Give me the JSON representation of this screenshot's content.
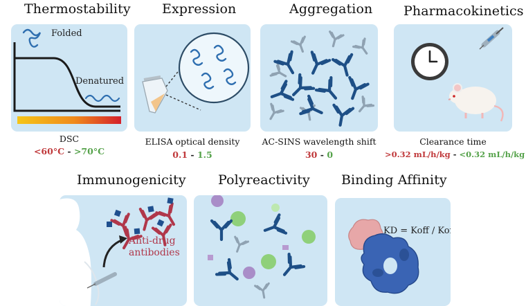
{
  "panels": {
    "thermostability": {
      "title": "Thermostability",
      "folded_label": "Folded",
      "denatured_label": "Denatured",
      "caption": "DSC",
      "range_low": "<60°C",
      "range_sep": "-",
      "range_high": ">70°C"
    },
    "expression": {
      "title": "Expression",
      "caption": "ELISA optical density",
      "range_low": "0.1",
      "range_sep": "-",
      "range_high": "1.5"
    },
    "aggregation": {
      "title": "Aggregation",
      "caption": "AC-SINS wavelength shift",
      "range_low": "30",
      "range_sep": "-",
      "range_high": "0"
    },
    "pharmacokinetics": {
      "title": "Pharmacokinetics",
      "caption": "Clearance time",
      "range_low": ">0.32 mL/h/kg",
      "range_sep": "-",
      "range_high": "<0.32 mL/h/kg"
    },
    "immunogenicity": {
      "title": "Immunogenicity",
      "label_line1": "Anti-drug",
      "label_line2": "antibodies"
    },
    "polyreactivity": {
      "title": "Polyreactivity"
    },
    "binding_affinity": {
      "title": "Binding Affinity",
      "formula": "KD = Koff / Kon"
    }
  },
  "colors": {
    "panel_bg": "#cfe6f4",
    "antibody_dark": "#1e4f86",
    "antibody_light": "#8fa2b2",
    "bad_red": "#c0393b",
    "good_green": "#55a24a",
    "antigen_green": "#8fd07a",
    "antigen_purple": "#a27cc0"
  }
}
